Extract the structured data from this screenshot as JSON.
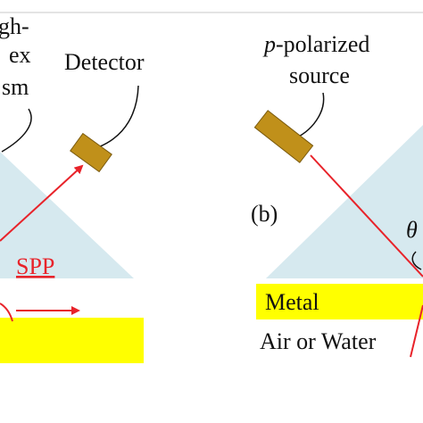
{
  "panel_a": {
    "prism_label_lines": [
      "gh-",
      "ex",
      "sm"
    ],
    "detector_label": "Detector",
    "spp_label": "SPP"
  },
  "panel_b": {
    "panel_label": "(b)",
    "source_label_italic": "p",
    "source_label_rest": "-polarized",
    "source_label_line2": "source",
    "angle_symbol": "θ",
    "metal_label": "Metal",
    "medium_label": "Air or Water"
  },
  "colors": {
    "prism": "#d6e9ef",
    "metal": "#ffff00",
    "component": "#c0901a",
    "component_edge": "#7a5a0e",
    "beam": "#e8232a",
    "text": "#111111",
    "divider": "#c8c8c8"
  }
}
